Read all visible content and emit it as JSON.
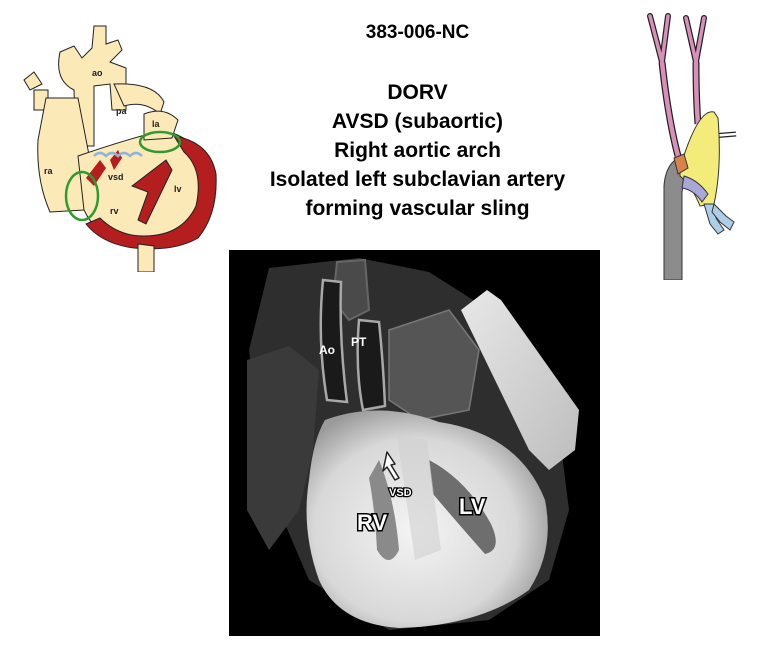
{
  "title": "383-006-NC",
  "diagnoses": [
    "DORV",
    "AVSD (subaortic)",
    "Right aortic arch",
    "Isolated left subclavian artery",
    "forming vascular sling"
  ],
  "heart_diagram": {
    "labels": {
      "ao": "ao",
      "pa": "pa",
      "la": "la",
      "ra": "ra",
      "vsd": "vsd",
      "lv": "lv",
      "rv": "rv"
    },
    "colors": {
      "chamber": "#fce9b8",
      "wall": "#b51e1e",
      "annulus": "#2f9a2f",
      "valve": "#8fb6d8"
    }
  },
  "vessel_diagram": {
    "colors": {
      "aorta": "#8c8c8c",
      "pink": "#d98fb8",
      "yellow": "#f4ec7a",
      "blue": "#aecde6",
      "orange": "#d9824a",
      "lavender": "#a9a6d8"
    }
  },
  "scan": {
    "labels": {
      "ao": "Ao",
      "pt": "PT",
      "vsd": "VSD",
      "rv": "RV",
      "lv": "LV"
    }
  }
}
